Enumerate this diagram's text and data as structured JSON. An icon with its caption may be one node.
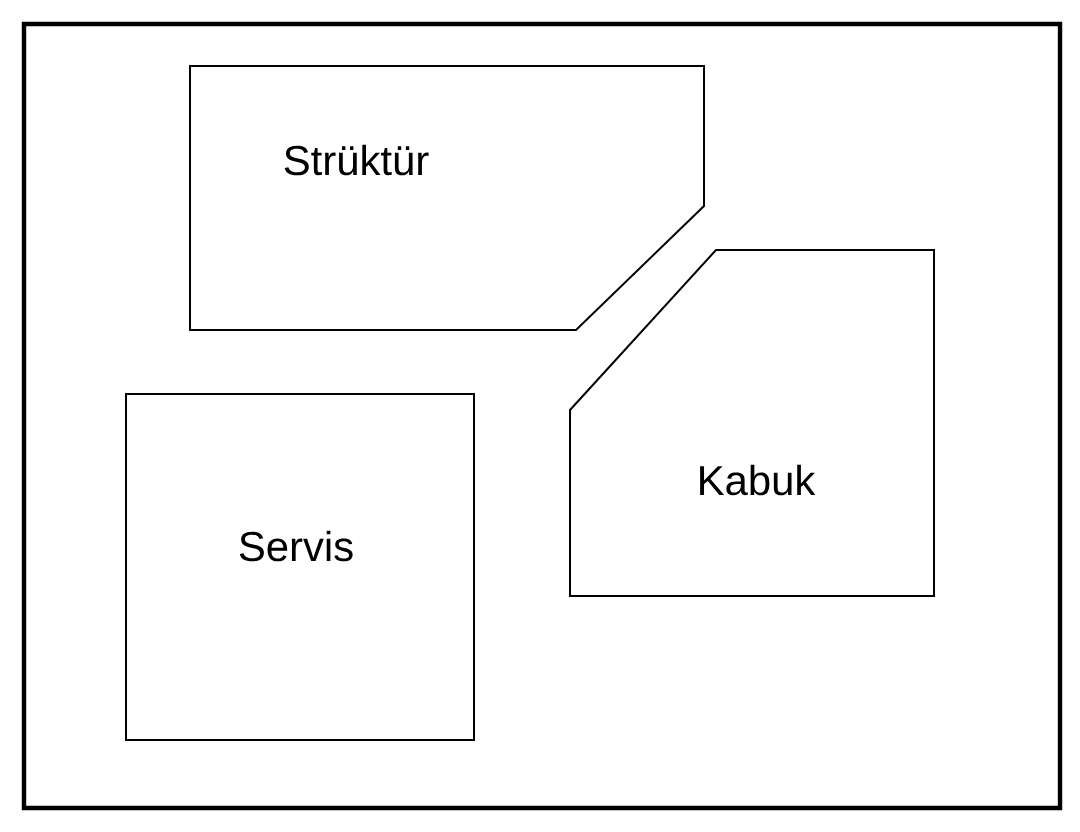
{
  "diagram": {
    "nodes": [
      {
        "text": [],
        "shape": "box"
      },
      {
        "text": [
          "Strüktür"
        ],
        "in": 0
      },
      {
        "text": [
          "Kabuk"
        ],
        "in": 0
      },
      {
        "text": [
          "Servis"
        ],
        "in": 0
      }
    ]
  }
}
